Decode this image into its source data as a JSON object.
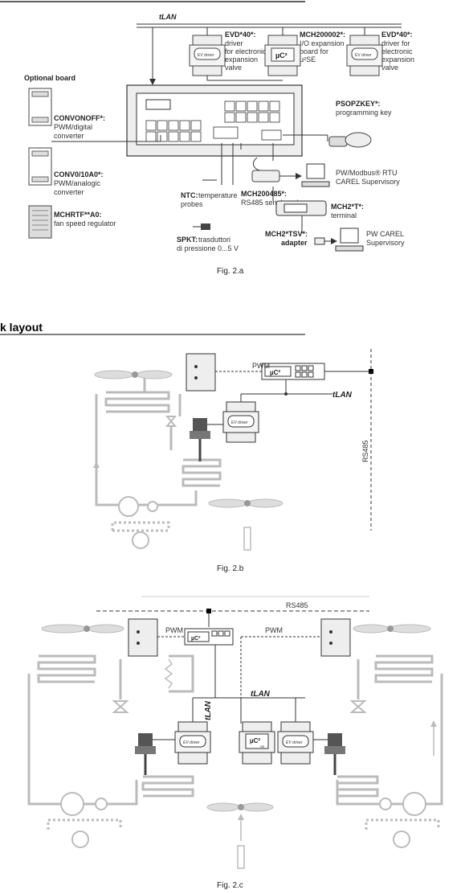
{
  "fig_a": {
    "tlan": "tLAN",
    "evd_left": {
      "name": "EVD*40*:",
      "desc": [
        "driver",
        "for electronic",
        "expansion",
        "valve"
      ],
      "device": "EV driver"
    },
    "mch200002": {
      "name": "MCH200002*:",
      "desc": [
        "I/O expansion",
        "board for",
        "µ²SE"
      ],
      "device": "µC²"
    },
    "evd_right": {
      "name": "EVD*40*:",
      "desc": [
        "driver for",
        "electronic",
        "expansion",
        "valve"
      ],
      "device": "EV driver"
    },
    "optional_board": "Optional board",
    "convonoff": {
      "name": "CONVONOFF*:",
      "desc": [
        "PWM/digital",
        "converter"
      ]
    },
    "conv010": {
      "name": "CONV0/10A0*:",
      "desc": [
        "PWM/analogic",
        "converter"
      ]
    },
    "mchrtf": {
      "name": "MCHRTF**A0:",
      "desc": [
        "fan speed regulator"
      ]
    },
    "psopzkey": {
      "name": "PSOPZKEY*:",
      "desc": [
        "programming key"
      ]
    },
    "pw_modbus": {
      "desc": [
        "PW/Modbus® RTU",
        "CAREL Supervisory"
      ]
    },
    "mch200485": {
      "name": "MCH200485*:",
      "desc": [
        "RS485 serial card"
      ]
    },
    "ntc": {
      "name": "NTC:",
      "desc_inline": "temperature",
      "desc": [
        "probes"
      ]
    },
    "mch2t": {
      "name": "MCH2*T*:",
      "desc": [
        "terminal"
      ]
    },
    "spkt": {
      "name": "SPKT:",
      "desc_inline": "trasduttori",
      "desc": [
        "di pressione 0...5 V"
      ]
    },
    "mch2tsv": {
      "name": "MCH2*TSV*:",
      "desc": [
        "adapter"
      ]
    },
    "pw_carel": {
      "desc": [
        "PW CAREL",
        "Supervisory"
      ]
    },
    "caption": "Fig. 2.a"
  },
  "section_heading": "k layout",
  "fig_b": {
    "pwm": "PWM",
    "uc2": "µC²",
    "tlan": "tLAN",
    "ev_driver": "EV driver",
    "rs485": "RS485",
    "caption": "Fig. 2.b"
  },
  "fig_c": {
    "rs485": "RS485",
    "pwm_left": "PWM",
    "pwm_right": "PWM",
    "uc2": "µC²",
    "uc2se": "µC²",
    "uc2se_sub": "SE",
    "tlan_vertical": "tLAN",
    "tlan": "tLAN",
    "ev_driver": "EV driver",
    "caption": "Fig. 2.c"
  }
}
